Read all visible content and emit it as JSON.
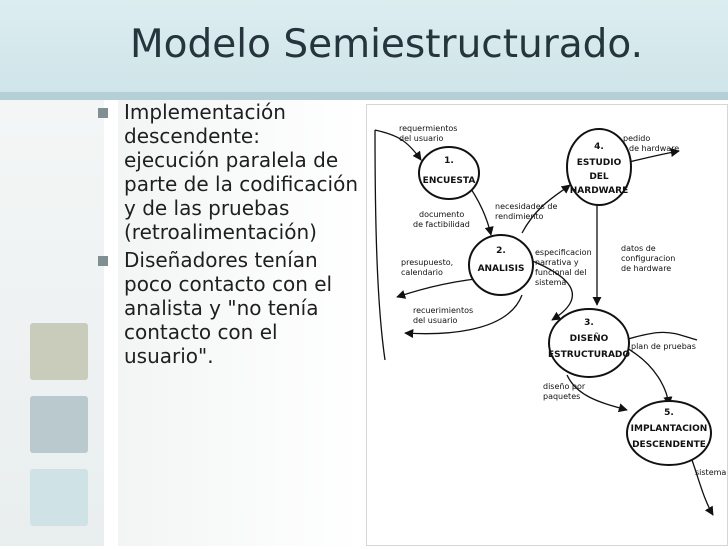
{
  "slide": {
    "title": "Modelo Semiestructurado.",
    "bullets": [
      "Implementación descendente: ejecución paralela de parte de la codificación y de las pruebas (retroalimentación)",
      "Diseñadores tenían poco contacto con el analista y \"no tenía contacto con el usuario\"."
    ]
  },
  "diagram": {
    "nodes": {
      "encuesta": [
        "1.",
        "ENCUESTA"
      ],
      "hardware": [
        "4.",
        "ESTUDIO",
        "DEL",
        "HARDWARE"
      ],
      "analisis": [
        "2.",
        "ANALISIS"
      ],
      "diseno": [
        "3.",
        "DISEÑO",
        "ESTRUCTURADO"
      ],
      "implantacion": [
        "5.",
        "IMPLANTACION",
        "DESCENDENTE"
      ]
    },
    "labels": {
      "req_usuario_top": [
        "requermientos",
        "del usuario"
      ],
      "pedido_hw": [
        "pedido",
        "de hardware"
      ],
      "necesidades": [
        "necesidades de",
        "rendimiento"
      ],
      "documento": [
        "documento",
        "de factibilidad"
      ],
      "presupuesto": [
        "presupuesto,",
        "calendario"
      ],
      "especificacion": [
        "especificacion",
        "narrativa y",
        "funcional del",
        "sistema"
      ],
      "datos_config": [
        "datos de",
        "configuracion",
        "de hardware"
      ],
      "req_usuario_bottom": [
        "recuerimientos",
        "del usuario"
      ],
      "plan_pruebas": [
        "plan de pruebas"
      ],
      "diseno_paquetes": [
        "diseño por",
        "paquetes"
      ],
      "sistema": [
        "sistema"
      ]
    }
  }
}
